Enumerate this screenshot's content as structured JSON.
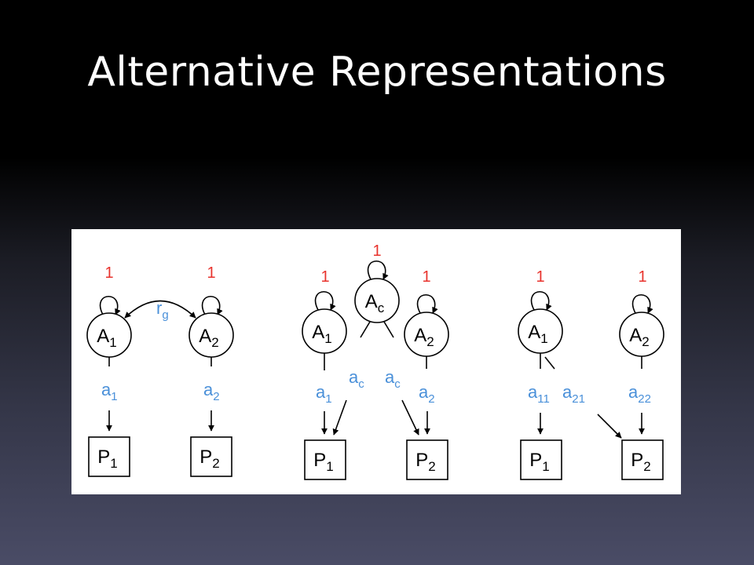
{
  "slide": {
    "title": "Alternative Representations"
  },
  "panels": [
    {
      "latents": [
        {
          "main": "A",
          "sub": "1",
          "variance": "1"
        },
        {
          "main": "A",
          "sub": "2",
          "variance": "1"
        }
      ],
      "correlation": {
        "main": "r",
        "sub": "g"
      },
      "paths": [
        {
          "main": "a",
          "sub": "1"
        },
        {
          "main": "a",
          "sub": "2"
        }
      ],
      "phenotypes": [
        {
          "main": "P",
          "sub": "1"
        },
        {
          "main": "P",
          "sub": "2"
        }
      ]
    },
    {
      "latents": [
        {
          "main": "A",
          "sub": "1",
          "variance": "1"
        },
        {
          "main": "A",
          "sub": "c",
          "variance": "1"
        },
        {
          "main": "A",
          "sub": "2",
          "variance": "1"
        }
      ],
      "paths": [
        {
          "main": "a",
          "sub": "1"
        },
        {
          "main": "a",
          "sub": "c"
        },
        {
          "main": "a",
          "sub": "c"
        },
        {
          "main": "a",
          "sub": "2"
        }
      ],
      "phenotypes": [
        {
          "main": "P",
          "sub": "1"
        },
        {
          "main": "P",
          "sub": "2"
        }
      ]
    },
    {
      "latents": [
        {
          "main": "A",
          "sub": "1",
          "variance": "1"
        },
        {
          "main": "A",
          "sub": "2",
          "variance": "1"
        }
      ],
      "paths": [
        {
          "main": "a",
          "sub": "11"
        },
        {
          "main": "a",
          "sub": "21"
        },
        {
          "main": "a",
          "sub": "22"
        }
      ],
      "phenotypes": [
        {
          "main": "P",
          "sub": "1"
        },
        {
          "main": "P",
          "sub": "2"
        }
      ]
    }
  ]
}
